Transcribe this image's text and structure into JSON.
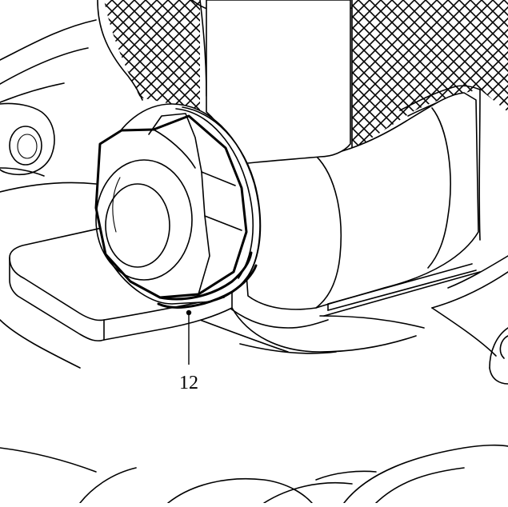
{
  "figure": {
    "callouts": [
      {
        "label": "12",
        "target": "gasket-seal-ring"
      }
    ],
    "colors": {
      "ink": "#000000",
      "paper": "#ffffff"
    },
    "icons": [
      "drain-plug-bolt",
      "hex-head",
      "gasket-seal-ring",
      "knurled-casting-surface"
    ]
  }
}
